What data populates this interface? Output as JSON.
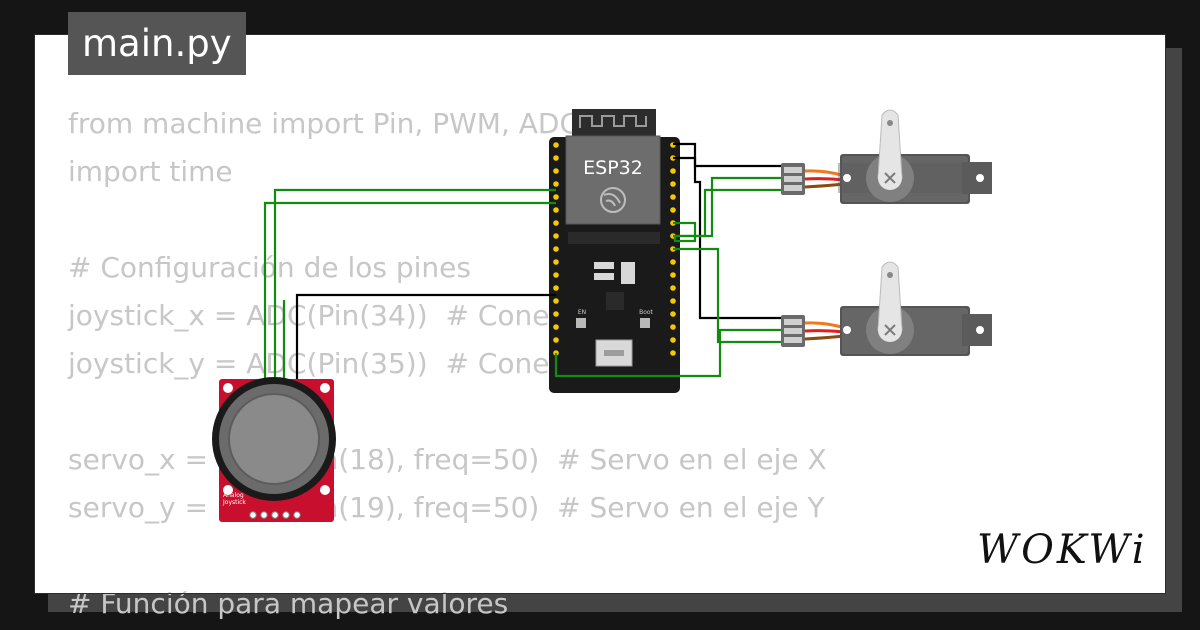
{
  "tab": {
    "title": "main.py"
  },
  "code_lines": [
    "from machine import Pin, PWM, ADC",
    "import time",
    "",
    "# Configuración de los pines",
    "joystick_x = ADC(Pin(34))  # Conectar VRx",
    "joystick_y = ADC(Pin(35))  # Conectar VRy",
    "",
    "servo_x = PWM(Pin(18), freq=50)  # Servo en el eje X",
    "servo_y = PWM(Pin(19), freq=50)  # Servo en el eje Y",
    "",
    "# Función para mapear valores"
  ],
  "board": {
    "label": "ESP32",
    "boot_label": "Boot",
    "en_label": "EN"
  },
  "joystick": {
    "label_line1": "Analog",
    "label_line2": "Joystick"
  },
  "logo": {
    "text": "WOKWi"
  },
  "colors": {
    "wire_signal": "#118c11",
    "wire_ground": "#000000",
    "servo_orange": "#f0781e",
    "servo_red": "#e02020",
    "servo_brown": "#8a4a10",
    "joystick_board": "#c8102e",
    "esp32_board": "#1a1a1a"
  }
}
